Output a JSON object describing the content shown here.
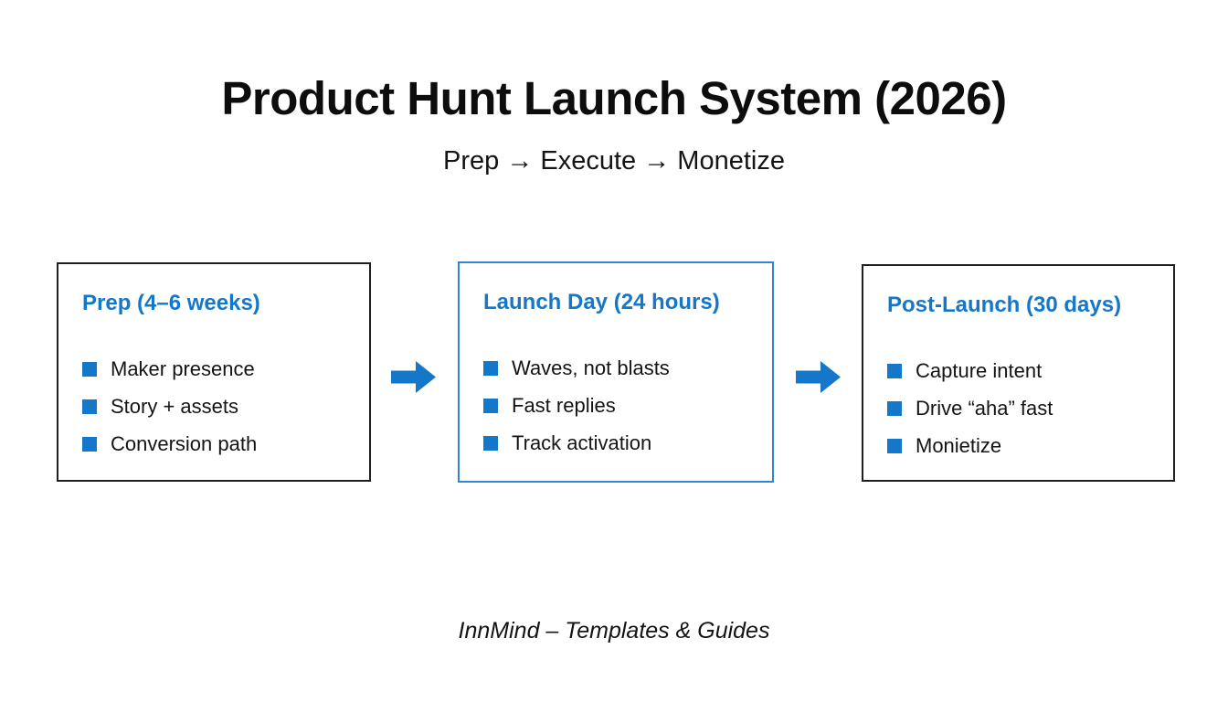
{
  "page": {
    "title": "Product Hunt Launch System (2026)",
    "subtitle": "Prep → Execute → Monetize",
    "footer": "InnMind – Templates & Guides"
  },
  "colors": {
    "accent_blue": "#1577c9",
    "stage2_border_blue": "#2f86d5",
    "box_border_black": "#1f1f1f",
    "text_black": "#141414",
    "background": "#ffffff"
  },
  "flow": {
    "stages": [
      {
        "title": "Prep (4–6 weeks)",
        "items": [
          "Maker presence",
          "Story + assets",
          "Conversion path"
        ]
      },
      {
        "title": "Launch Day (24 hours)",
        "items": [
          "Waves, not blasts",
          "Fast replies",
          "Track activation"
        ]
      },
      {
        "title": "Post-Launch (30 days)",
        "items": [
          "Capture intent",
          "Drive “aha” fast",
          "Monietize"
        ]
      }
    ]
  }
}
